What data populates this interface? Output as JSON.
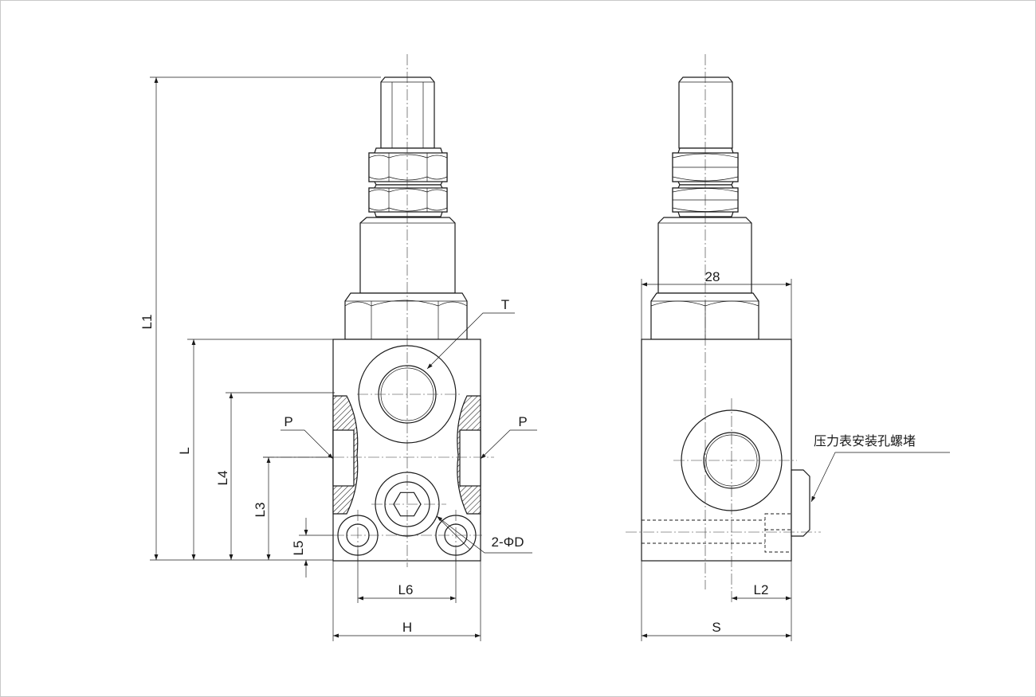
{
  "labels": {
    "L1": "L1",
    "L": "L",
    "L4": "L4",
    "L3": "L3",
    "L5": "L5",
    "L6": "L6",
    "H": "H",
    "T": "T",
    "P_left": "P",
    "P_right": "P",
    "holes": "2-ΦD",
    "width_28": "28",
    "S": "S",
    "L2": "L2",
    "gauge_plug": "压力表安装孔螺堵"
  }
}
